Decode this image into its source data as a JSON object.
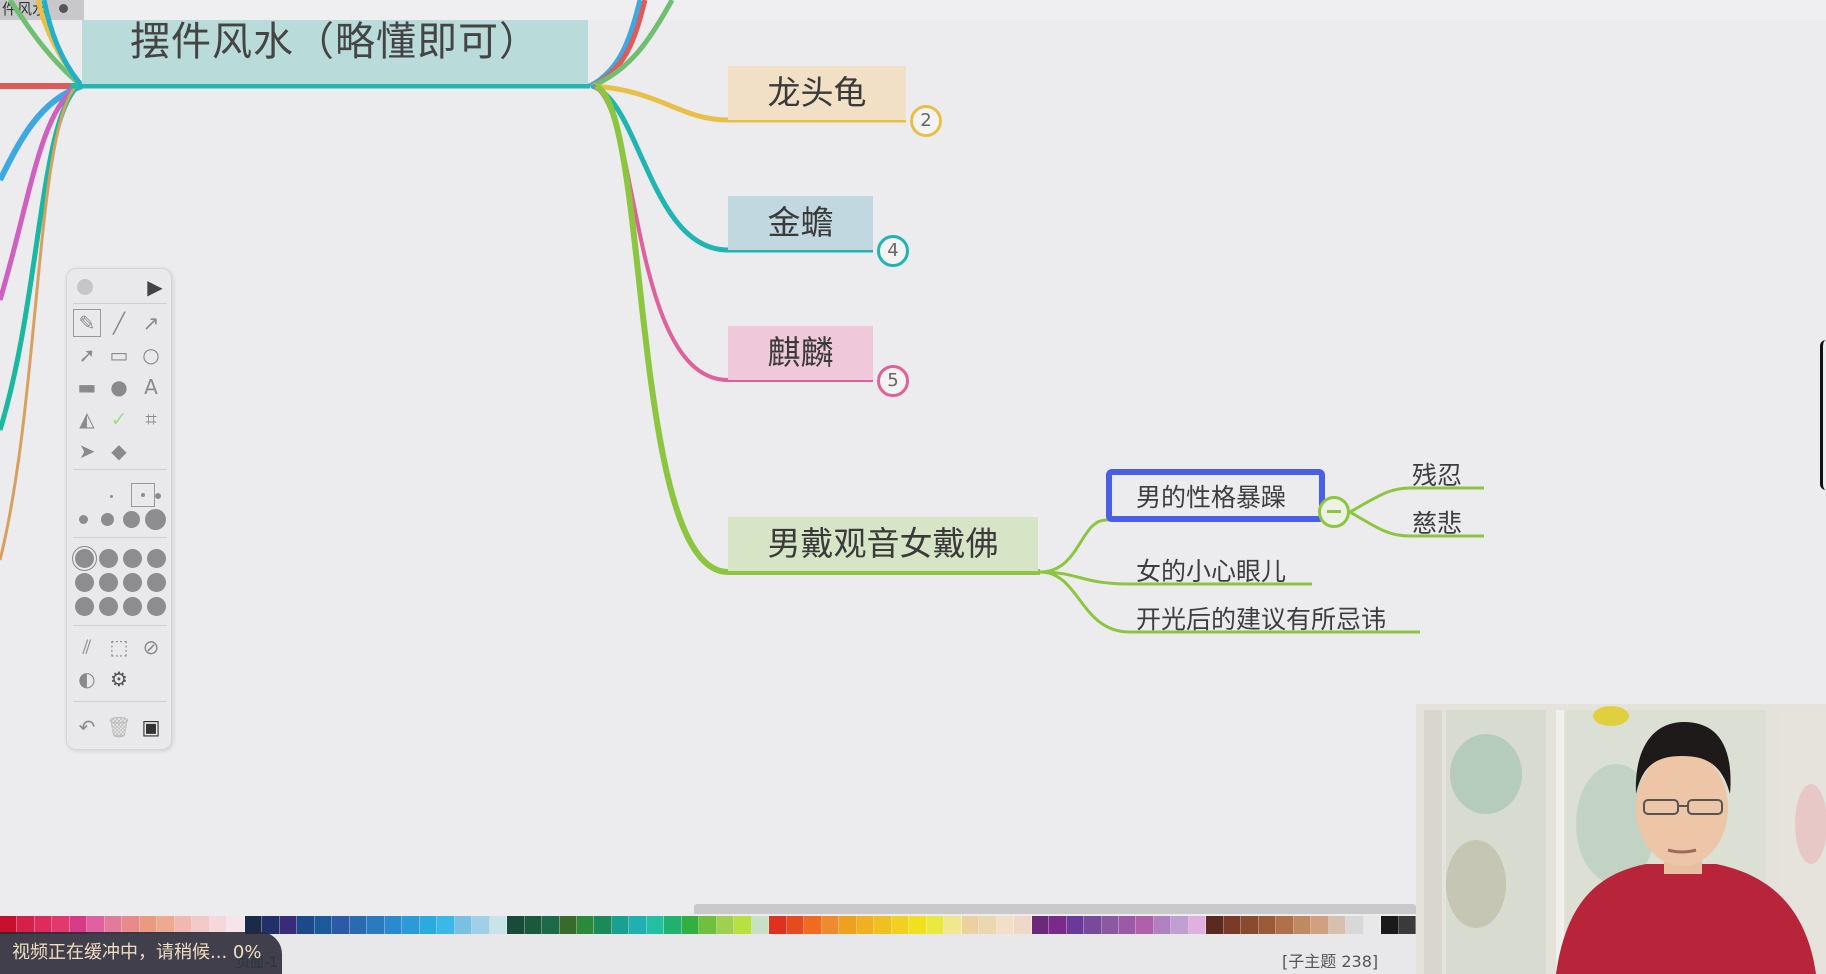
{
  "window": {
    "tab_title": "件风水"
  },
  "mindmap": {
    "central_topic": "摆件风水（略懂即可）",
    "branches": [
      {
        "label": "龙头龟",
        "badge": "2",
        "color": "#e8c048",
        "fill": "#f1dfc6"
      },
      {
        "label": "金蟾",
        "badge": "4",
        "color": "#1eb5b2",
        "fill": "#c2d8e0"
      },
      {
        "label": "麒麟",
        "badge": "5",
        "color": "#e0609a",
        "fill": "#efc9d9"
      },
      {
        "label": "男戴观音女戴佛",
        "color": "#8cc63f",
        "fill": "#d7e5c7",
        "children": [
          {
            "label": "男的性格暴躁",
            "selected": true,
            "children": [
              {
                "label": "残忍"
              },
              {
                "label": "慈悲"
              }
            ]
          },
          {
            "label": "女的小心眼儿"
          },
          {
            "label": "开光后的建议有所忌讳"
          }
        ]
      }
    ],
    "left_branch_colors": [
      "#e05a5a",
      "#3ea8e0",
      "#d060c0",
      "#1ab8a0",
      "#d8a060"
    ],
    "selection_color": "#4a5ee8"
  },
  "toolbox": {
    "tools": [
      "record",
      "play",
      "pen",
      "line",
      "arrow",
      "highlighter-arrow",
      "rectangle",
      "ellipse",
      "filled-rectangle",
      "filled-ellipse",
      "text",
      "shape-stamp",
      "checkmark",
      "crop",
      "pointer",
      "eraser"
    ],
    "extra": [
      "spotlight",
      "select-region",
      "blur",
      "contrast",
      "settings",
      "undo",
      "delete",
      "save"
    ]
  },
  "palette": {
    "swatches": [
      "#c8102e",
      "#d61f4a",
      "#e02a5e",
      "#e2386e",
      "#d93a86",
      "#e060a0",
      "#e27a9a",
      "#e88a8a",
      "#ea9a80",
      "#eeaa90",
      "#f0b8b0",
      "#f2c8c8",
      "#f4d8dc",
      "#f6e4ea",
      "#1a2a4a",
      "#22306a",
      "#3a2a7a",
      "#1a4a8a",
      "#1a5a9a",
      "#2a5aa8",
      "#2a6ab0",
      "#2a7ac0",
      "#2a8ad0",
      "#2a9ad8",
      "#2aaae0",
      "#3ab8e8",
      "#7ac0e0",
      "#a0d0e8",
      "#c8e4e8",
      "#1a4a3a",
      "#1a5a3a",
      "#1a6a4a",
      "#3a6a2a",
      "#2a8a3a",
      "#1a8a5a",
      "#1aa090",
      "#20b0b0",
      "#20c0a0",
      "#20b070",
      "#30b040",
      "#70c040",
      "#a0d050",
      "#b8e040",
      "#c8e0c8",
      "#e03020",
      "#e84a20",
      "#f06a20",
      "#f08a30",
      "#f0a020",
      "#f0b020",
      "#f0c020",
      "#f0d020",
      "#f0e020",
      "#e8e840",
      "#f0e890",
      "#ecd0a0",
      "#ecd8b0",
      "#f0e0c8",
      "#f0d8c8",
      "#6a2a7a",
      "#7a2a8a",
      "#6a3a9a",
      "#7a4a9a",
      "#8a5aa0",
      "#9a5aa8",
      "#b060a8",
      "#b080c0",
      "#c0a0d0",
      "#e0b0e0",
      "#5a2a20",
      "#7a3a28",
      "#8a4a30",
      "#9a5a38",
      "#b0704a",
      "#c08a60",
      "#d0a080",
      "#d8c0b0",
      "#d8d8d8",
      "#e8e8e8",
      "#1a1a1a",
      "#3a3a3a"
    ]
  },
  "statusbar": {
    "buffering": "视频正在缓冲中，请稍候... 0%",
    "subtopic_count": "[子主题 238]",
    "tab_label": "页面-1"
  }
}
